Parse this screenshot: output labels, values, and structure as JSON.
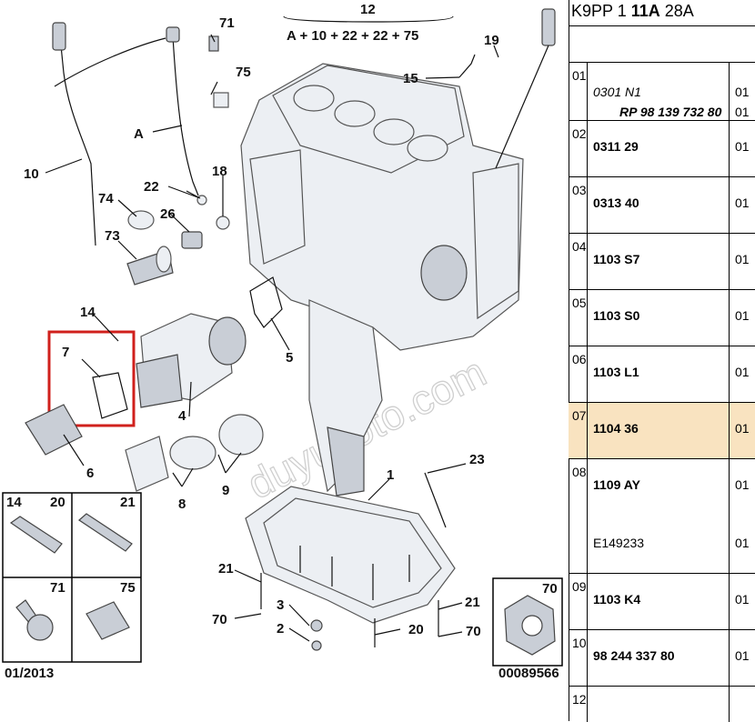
{
  "diagram": {
    "callouts": [
      "71",
      "75",
      "12",
      "A + 10 + 22 + 22 + 75",
      "19",
      "15",
      "A",
      "10",
      "18",
      "22",
      "74",
      "26",
      "73",
      "14",
      "7",
      "5",
      "4",
      "6",
      "8",
      "9",
      "23",
      "1",
      "21",
      "70",
      "3",
      "2",
      "20"
    ],
    "inset_labels": [
      "14",
      "20",
      "21",
      "71",
      "75",
      "70"
    ],
    "date_label": "01/2013",
    "ref_label": "00089566",
    "watermark": "duyukoto.com"
  },
  "sidebar": {
    "title_code": "K9PP 1",
    "title_bold": "11A",
    "title_tail": "28A",
    "rows": [
      {
        "idx": "01",
        "lines": [
          {
            "ref": "0301 N1",
            "qty": "01",
            "style": "it"
          },
          {
            "ref": "RP 98 139 732 80",
            "qty": "01",
            "style": "rp"
          }
        ]
      },
      {
        "idx": "02",
        "lines": [
          {
            "ref": "0311 29",
            "qty": "01"
          }
        ]
      },
      {
        "idx": "03",
        "lines": [
          {
            "ref": "0313 40",
            "qty": "01"
          }
        ]
      },
      {
        "idx": "04",
        "lines": [
          {
            "ref": "1103 S7",
            "qty": "01"
          }
        ]
      },
      {
        "idx": "05",
        "lines": [
          {
            "ref": "1103 S0",
            "qty": "01"
          }
        ]
      },
      {
        "idx": "06",
        "lines": [
          {
            "ref": "1103 L1",
            "qty": "01"
          }
        ]
      },
      {
        "idx": "07",
        "lines": [
          {
            "ref": "1104 36",
            "qty": "01"
          }
        ],
        "selected": true
      },
      {
        "idx": "08",
        "lines": [
          {
            "ref": "1109 AY",
            "qty": "01"
          },
          {
            "ref": "E149233",
            "qty": "01",
            "style": "plain"
          }
        ]
      },
      {
        "idx": "09",
        "lines": [
          {
            "ref": "1103 K4",
            "qty": "01"
          }
        ]
      },
      {
        "idx": "10",
        "lines": [
          {
            "ref": "98 244 337 80",
            "qty": "01"
          }
        ]
      },
      {
        "idx": "12",
        "lines": []
      }
    ]
  }
}
